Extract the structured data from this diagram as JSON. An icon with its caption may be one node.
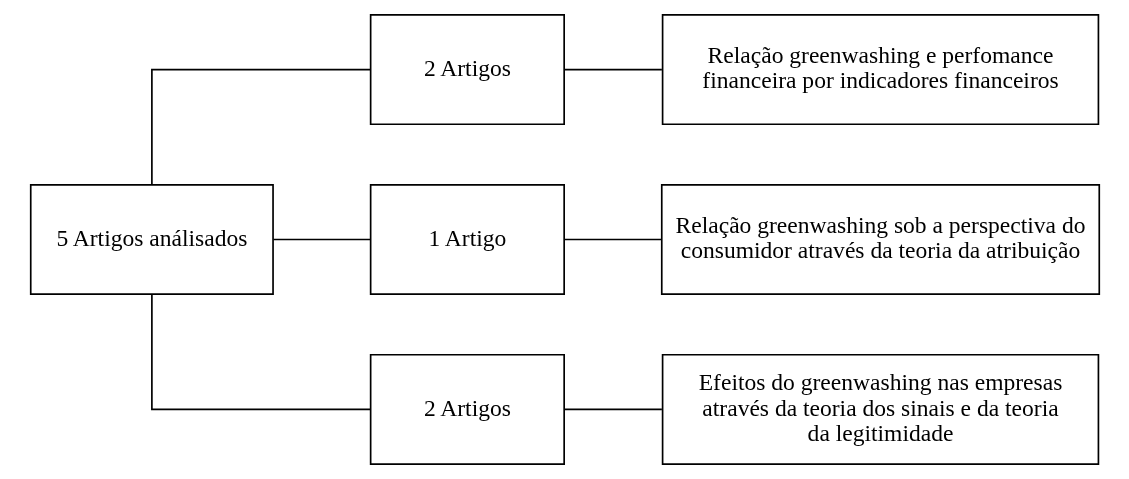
{
  "diagram": {
    "nodes": [
      {
        "text": [
          "5 Artigos análisados"
        ]
      },
      {
        "text": [
          "2 Artigos"
        ]
      },
      {
        "text": [
          "Relação greenwashing e perfomance financeira por indicadores financeiros"
        ]
      },
      {
        "text": [
          "1 Artigo"
        ]
      },
      {
        "text": [
          "Relação greenwashing sob a perspectiva do consumidor através da teoria da atribuição"
        ]
      },
      {
        "text": [
          "2 Artigos"
        ]
      },
      {
        "text": [
          "Efeitos do greenwashing nas empresas através da teoria dos sinais e da teoria da legitimidade"
        ]
      }
    ],
    "edges": [
      {
        "from": 0,
        "to": 1,
        "arrow": "none"
      },
      {
        "from": 0,
        "to": 3,
        "arrow": "none"
      },
      {
        "from": 0,
        "to": 5,
        "arrow": "none"
      },
      {
        "from": 1,
        "to": 2,
        "arrow": "none"
      },
      {
        "from": 3,
        "to": 4,
        "arrow": "none"
      },
      {
        "from": 5,
        "to": 6,
        "arrow": "none"
      }
    ]
  }
}
